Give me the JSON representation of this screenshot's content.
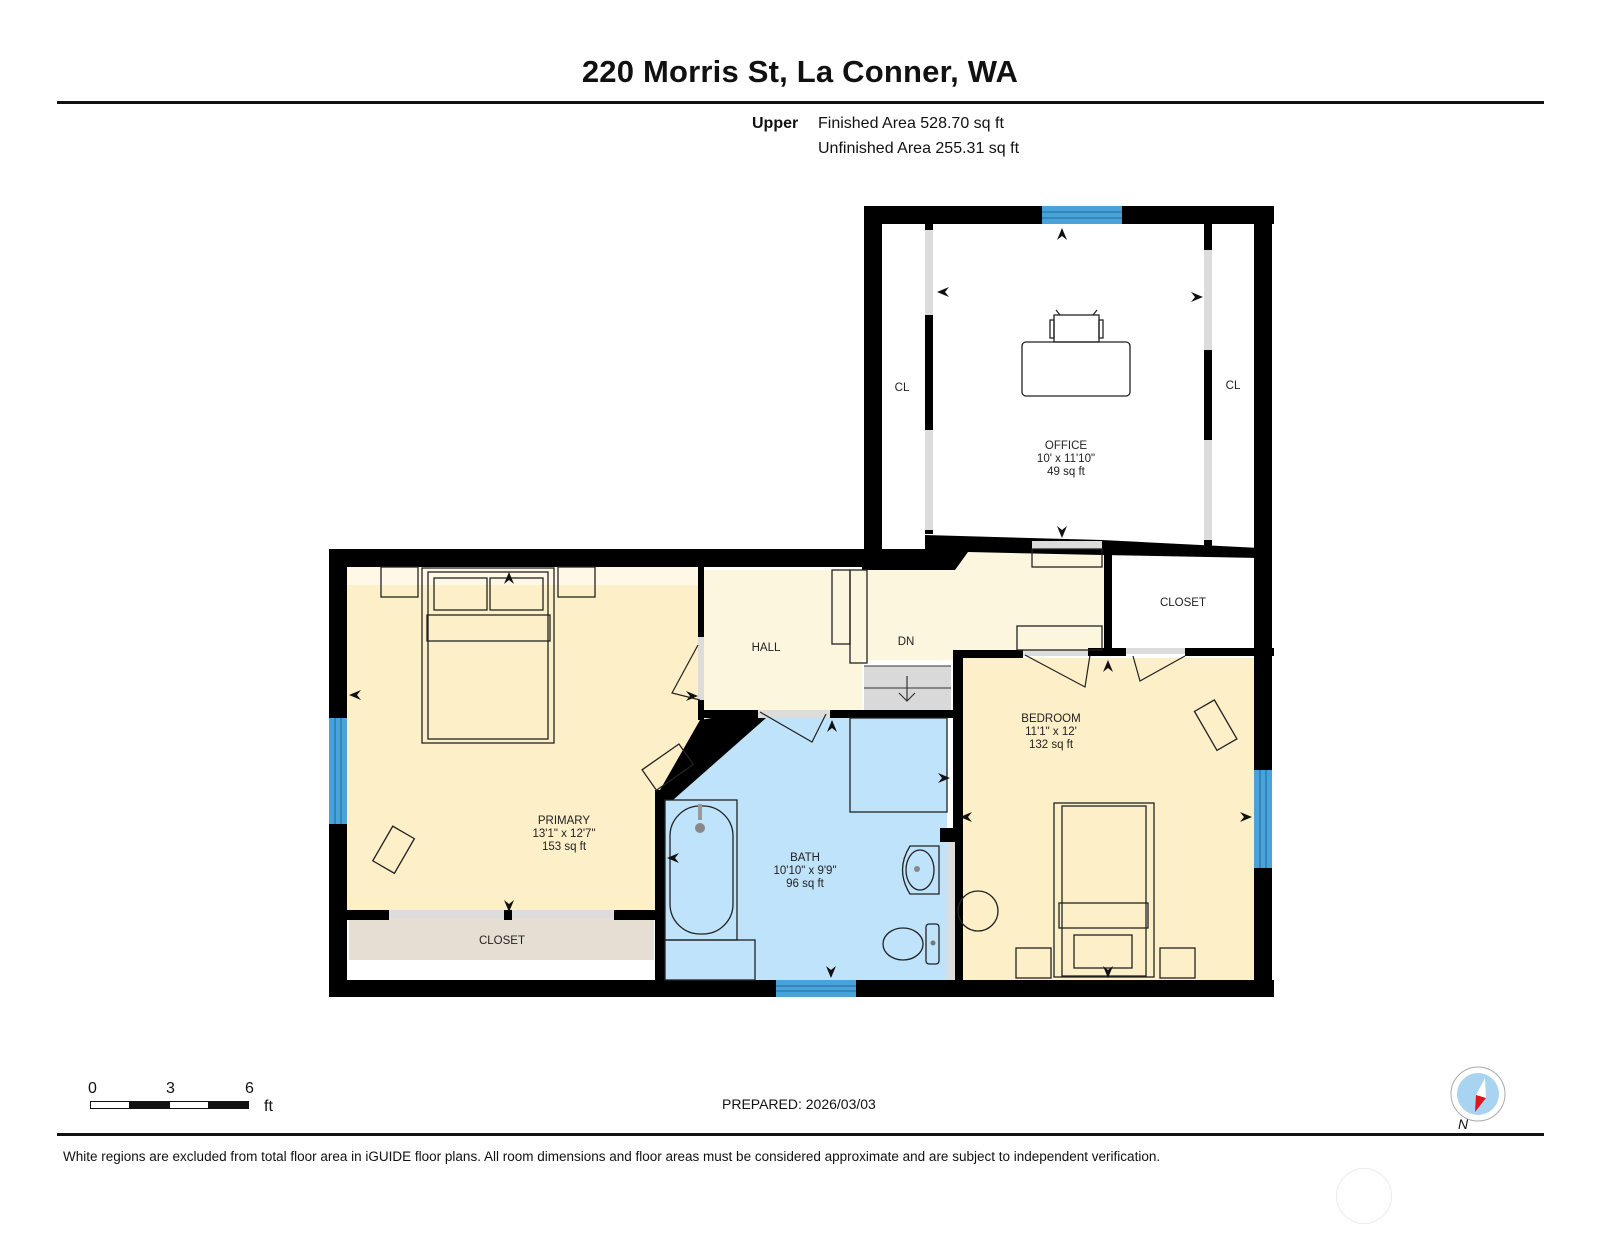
{
  "header": {
    "title": "220 Morris St, La Conner, WA",
    "level": "Upper",
    "finished_area": "Finished Area 528.70 sq ft",
    "unfinished_area": "Unfinished Area 255.31 sq ft"
  },
  "rooms": {
    "office": {
      "name": "OFFICE",
      "dims": "10' x 11'10\"",
      "area": "49 sq ft"
    },
    "office_cl_left": {
      "name": "CL"
    },
    "office_cl_right": {
      "name": "CL"
    },
    "primary": {
      "name": "PRIMARY",
      "dims": "13'1\" x 12'7\"",
      "area": "153 sq ft"
    },
    "primary_closet": {
      "name": "CLOSET"
    },
    "hall": {
      "name": "HALL"
    },
    "stairs": {
      "name": "DN"
    },
    "closet": {
      "name": "CLOSET"
    },
    "bedroom": {
      "name": "BEDROOM",
      "dims": "11'1\" x 12'",
      "area": "132 sq ft"
    },
    "bath": {
      "name": "BATH",
      "dims": "10'10\" x 9'9\"",
      "area": "96 sq ft"
    }
  },
  "colors": {
    "wall": "#000000",
    "window": "#4aa3d8",
    "bedroom_fill": "#fdefc8",
    "hall_fill": "#fdf6de",
    "bath_fill": "#bfe3fb",
    "closet_fill": "#e6ded3",
    "stairs_fill": "#d9d9d9",
    "compass_needle": "#e0141b",
    "compass_face": "#a8d4f1"
  },
  "scale": {
    "ticks": [
      "0",
      "3",
      "6"
    ],
    "unit": "ft"
  },
  "footer": {
    "prepared": "PREPARED: 2026/03/03",
    "disclaimer": "White regions are excluded from total floor area in iGUIDE floor plans. All room dimensions and floor areas must be considered approximate and are subject to independent verification.",
    "compass_label": "N"
  }
}
